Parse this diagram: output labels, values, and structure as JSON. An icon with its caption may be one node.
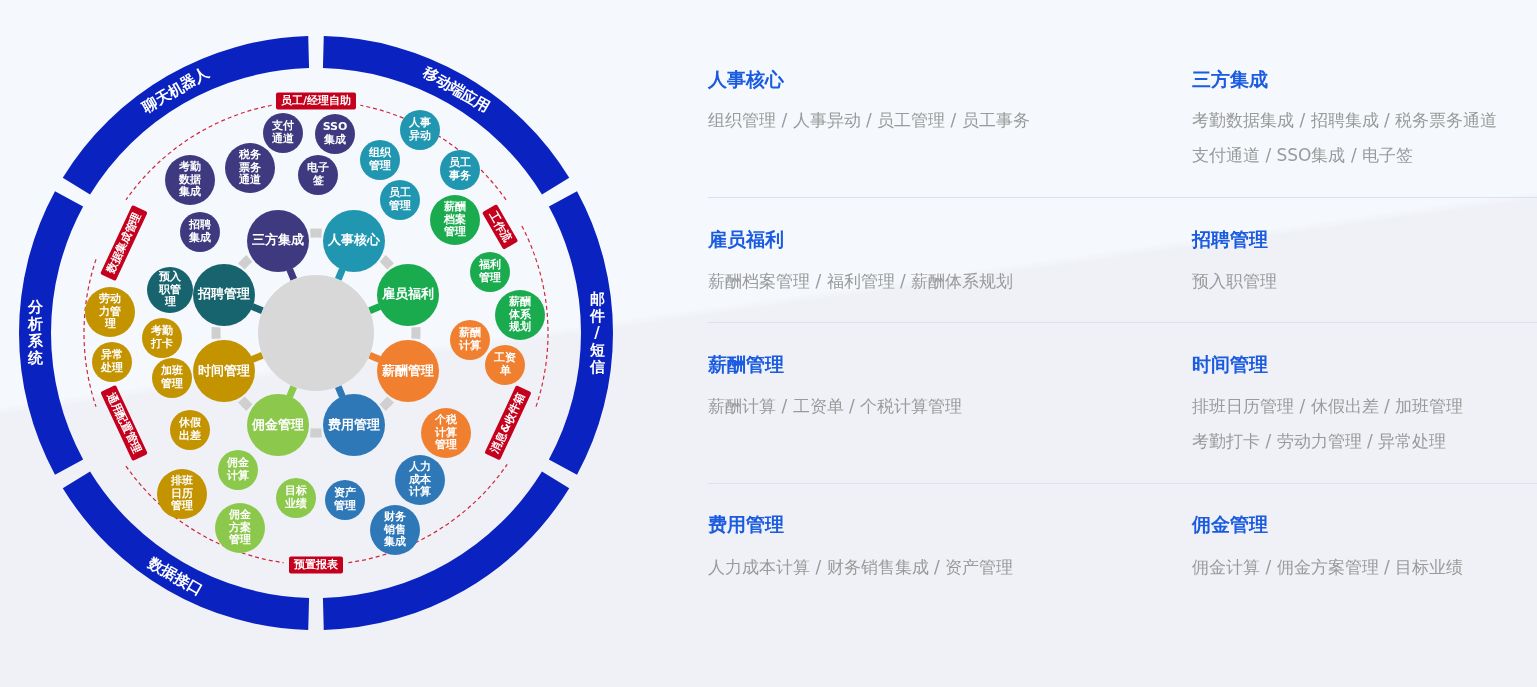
{
  "diagram": {
    "nodes": [
      {
        "text": [
          "聊天机器人"
        ]
      },
      {
        "text": [
          "移动端应用"
        ]
      },
      {
        "text": [
          "邮件/短信"
        ]
      },
      {
        "text": [],
        "shape": "bar"
      },
      {
        "text": [
          "数据接口"
        ]
      },
      {
        "text": [
          "分析系统"
        ]
      },
      {
        "text": [
          "员工/经理自助"
        ]
      },
      {
        "text": [
          "工作流"
        ]
      },
      {
        "text": [
          "消息&收件箱"
        ]
      },
      {
        "text": [
          "预置报表"
        ]
      },
      {
        "text": [
          "通用配置管理"
        ]
      },
      {
        "text": [
          "数据集成管理"
        ]
      },
      {
        "text": [],
        "shape": "circle"
      },
      {
        "text": [
          "三方集成"
        ]
      },
      {
        "text": [
          "人事核心"
        ]
      },
      {
        "text": [
          "雇员福利"
        ]
      },
      {
        "text": [
          "薪酬管理"
        ]
      },
      {
        "text": [
          "费用管理"
        ]
      },
      {
        "text": [
          "佣金管理"
        ]
      },
      {
        "text": [
          "时间管理"
        ]
      },
      {
        "text": [
          "招聘管理"
        ]
      },
      {
        "text": [
          "支付通道"
        ]
      },
      {
        "text": [
          "SSO集成"
        ]
      },
      {
        "text": [
          "税务票务通道"
        ]
      },
      {
        "text": [
          "电子签"
        ]
      },
      {
        "text": [
          "考勤数据集成"
        ]
      },
      {
        "text": [
          "招聘集成"
        ]
      },
      {
        "text": [
          "组织管理"
        ]
      },
      {
        "text": [
          "人事异动"
        ]
      },
      {
        "text": [
          "员工管理"
        ]
      },
      {
        "text": [
          "员工事务"
        ]
      },
      {
        "text": [
          "薪酬档案管理"
        ]
      },
      {
        "text": [
          "福利管理"
        ]
      },
      {
        "text": [
          "薪酬体系规划"
        ]
      },
      {
        "text": [
          "薪酬计算"
        ]
      },
      {
        "text": [
          "工资单"
        ]
      },
      {
        "text": [
          "个税计算管理"
        ]
      },
      {
        "text": [
          "人力成本计算"
        ]
      },
      {
        "text": [
          "资产管理"
        ]
      },
      {
        "text": [
          "财务销售集成"
        ]
      },
      {
        "text": [
          "佣金计算"
        ]
      },
      {
        "text": [
          "佣金方案管理"
        ]
      },
      {
        "text": [
          "目标业绩"
        ]
      },
      {
        "text": [
          "劳动力管理"
        ]
      },
      {
        "text": [
          "考勤打卡"
        ]
      },
      {
        "text": [
          "异常处理"
        ]
      },
      {
        "text": [
          "加班管理"
        ]
      },
      {
        "text": [
          "休假出差"
        ]
      },
      {
        "text": [
          "排班日历管理"
        ]
      },
      {
        "text": [
          "预入职管理"
        ]
      }
    ],
    "edges": [
      {
        "from": 12,
        "to": 13,
        "arrow": "none",
        "color": "#3f3a80"
      },
      {
        "from": 12,
        "to": 14,
        "arrow": "none",
        "color": "#2196b0"
      },
      {
        "from": 12,
        "to": 15,
        "arrow": "none",
        "color": "#1aab4f"
      },
      {
        "from": 12,
        "to": 16,
        "arrow": "none",
        "color": "#f08030"
      },
      {
        "from": 12,
        "to": 17,
        "arrow": "none",
        "color": "#2f78b8"
      },
      {
        "from": 12,
        "to": 18,
        "arrow": "none",
        "color": "#8cc84b"
      },
      {
        "from": 12,
        "to": 19,
        "arrow": "none",
        "color": "#c39300"
      },
      {
        "from": 12,
        "to": 20,
        "arrow": "none",
        "color": "#17636e"
      }
    ],
    "labels": [
      "人事核心",
      "组织管理 / 人事异动 / 员工管理 / 员工事务",
      "三方集成",
      "考勤数据集成 / 招聘集成 / 税务票务通道",
      "支付通道 / SSO集成 / 电子签",
      "雇员福利",
      "薪酬档案管理 / 福利管理 / 薪酬体系规划",
      "招聘管理",
      "预入职管理",
      "薪酬管理",
      "薪酬计算 / 工资单 / 个税计算管理",
      "时间管理",
      "排班日历管理 / 休假出差 / 加班管理",
      "考勤打卡 / 劳动力管理 / 异常处理",
      "费用管理",
      "人力成本计算 / 财务销售集成 / 资产管理",
      "佣金管理",
      "佣金计算 / 佣金方案管理 / 目标业绩"
    ]
  }
}
